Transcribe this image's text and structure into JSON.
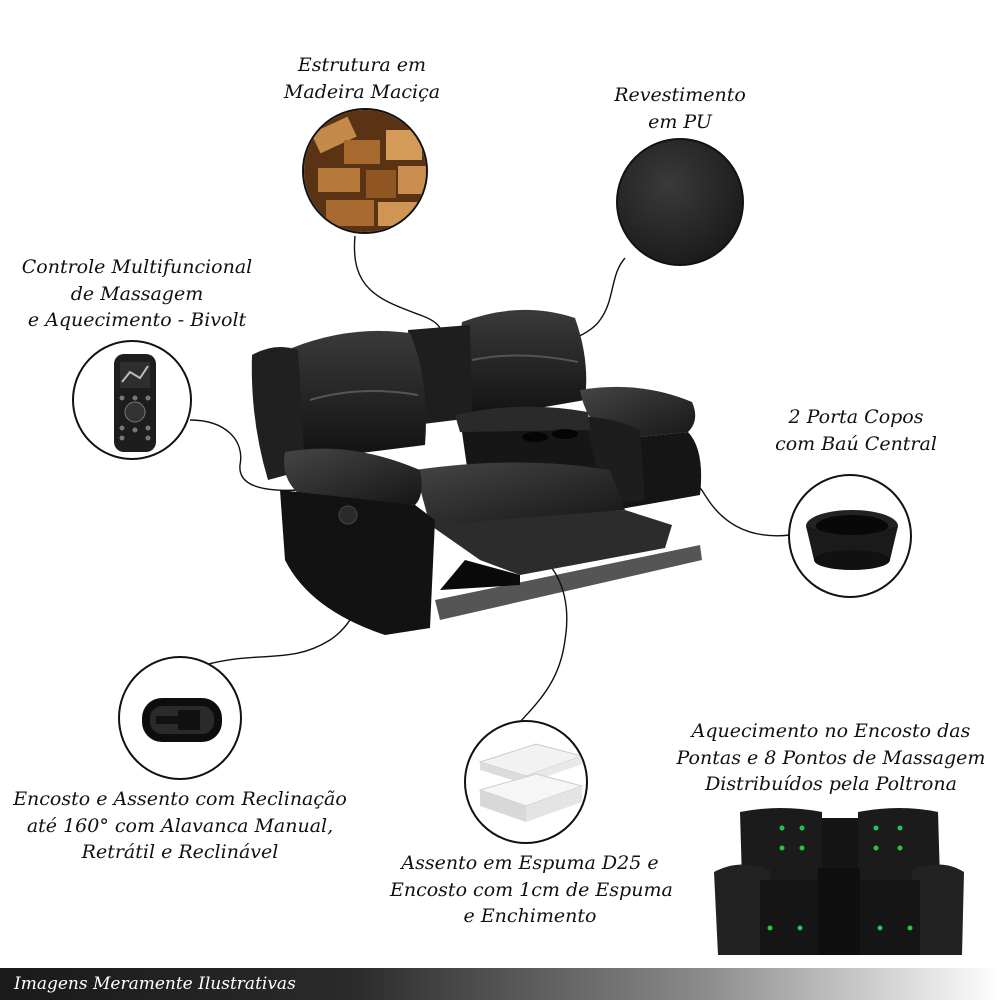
{
  "features": {
    "wood": {
      "lines": [
        "Estrutura em",
        "Madeira Maciça"
      ]
    },
    "pu": {
      "lines": [
        "Revestimento",
        "em PU"
      ]
    },
    "control": {
      "lines": [
        "Controle Multifuncional",
        "de Massagem",
        "e Aquecimento - Bivolt"
      ]
    },
    "cups": {
      "lines": [
        "2 Porta Copos",
        "com Baú Central"
      ]
    },
    "heating": {
      "lines": [
        "Aquecimento no Encosto das",
        "Pontas e 8 Pontos de Massagem",
        "Distribuídos pela Poltrona"
      ]
    },
    "recline": {
      "lines": [
        "Encosto e Assento com Reclinação",
        "até 160° com Alavanca Manual,",
        "Retrátil e Reclinável"
      ]
    },
    "foam": {
      "lines": [
        "Assento em Espuma D25 e",
        "Encosto com 1cm de Espuma",
        "e Enchimento"
      ]
    }
  },
  "footer": {
    "text": "Imagens Meramente Ilustrativas"
  },
  "colors": {
    "upholstery": "#1c1c1c",
    "wood": "#b5793a",
    "massage_point": "#22c44a",
    "footer_dark": "#1a1a1a"
  }
}
